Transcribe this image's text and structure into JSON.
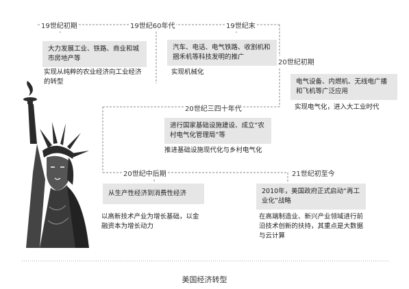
{
  "periods": {
    "p1": "19世纪初期",
    "p2": "19世纪60年代",
    "p3": "19世纪末",
    "p4": "20世纪初期",
    "p5": "20世纪三四十年代",
    "p6": "20世纪中后期",
    "p7": "21世纪初至今"
  },
  "boxes": {
    "b1": "大力发展工业、铁路、商业和城市房地产等",
    "b2": "汽车、电话、电气铁路、收割机和捆禾机等科技发明的推广",
    "b4": "电气设备、内燃机、无线电广播和飞机等广泛应用",
    "b5": "进行国家基础设施建设、成立“农村电气化管理局”等",
    "b6": "从生产性经济到消费性经济",
    "b7": "2010年，美国政府正式启动“再工业化”战略"
  },
  "descriptions": {
    "d1": "实现从纯粹的农业经济向工业经济的转型",
    "d2": "实现机械化",
    "d4": "实现电气化，进入大工业时代",
    "d5": "推进基础设施现代化与乡村电气化",
    "d6": "以高新技术产业为增长基础，以金融资本为增长动力",
    "d7": "在高端制造业、新兴产业领域进行前沿技术创新的扶持，其重点是大数据与云计算"
  },
  "caption": "美国经济转型",
  "colors": {
    "box_bg": "#e6e6e6",
    "line": "#888888"
  },
  "icons": {
    "statue": "statue-of-liberty-icon"
  }
}
